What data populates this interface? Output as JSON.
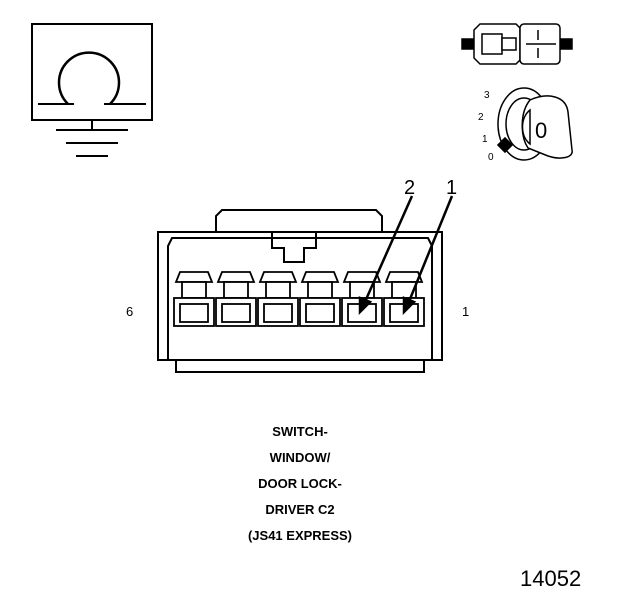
{
  "connector": {
    "end_label_left": "6",
    "end_label_right": "1",
    "callout_2": "2",
    "callout_1": "1"
  },
  "key_positions": {
    "pos3": "3",
    "pos2": "2",
    "pos1": "1",
    "pos0": "0",
    "key_face": "0"
  },
  "caption": {
    "line1": "SWITCH-",
    "line2": "WINDOW/",
    "line3": "DOOR LOCK-",
    "line4": "DRIVER C2",
    "line5": "(JS41 EXPRESS)"
  },
  "figure_number": "14052"
}
